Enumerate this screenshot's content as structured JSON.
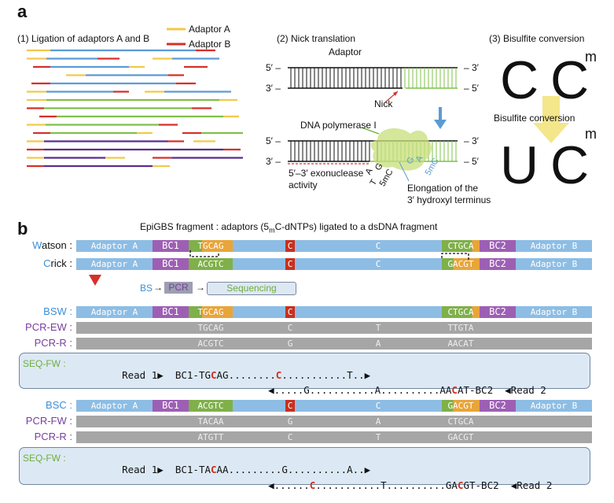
{
  "panel_a": {
    "label": "a",
    "step1": "(1) Ligation of adaptors A and B",
    "legend_a": "Adaptor A",
    "legend_b": "Adaptor B",
    "step2": "(2) Nick translation",
    "adaptor": "Adaptor",
    "five_prime": "5′ –",
    "three_prime": "3′ –",
    "end_three": "– 3′",
    "end_five": "– 5′",
    "nick": "Nick",
    "dna_pol": "DNA polymerase I",
    "exo": "5′–3′ exonuclease",
    "activity": "activity",
    "elong1": "Elongation of the",
    "elong2": "3′ hydroxyl terminus",
    "bases": [
      "A",
      "G",
      "T",
      "5mC"
    ],
    "bases_right": [
      "G",
      "A",
      "5mC"
    ],
    "step3": "(3) Bisulfite conversion",
    "big_c1": "C",
    "big_c2": "C",
    "m1": "m",
    "bisulfite": "Bisulfite conversion",
    "big_u": "U",
    "big_c3": "C",
    "m2": "m",
    "colors": {
      "adaptor_a": "#f2c94a",
      "adaptor_b": "#d6302a",
      "blue": "#5b9bd5",
      "green": "#7fc04a",
      "purple": "#5b2d8f"
    }
  },
  "panel_b": {
    "label": "b",
    "title_pre": "EpiGBS fragment : adaptors (5",
    "title_sub": "m",
    "title_post": "C-dNTPs) ligated to a dsDNA fragment",
    "watson_w": "W",
    "watson_rest": "atson :",
    "crick_c": "C",
    "crick_rest": "rick :",
    "adaptor_a": "Adaptor A",
    "adaptor_b": "Adaptor B",
    "bc1": "BC1",
    "bc2": "BC2",
    "watson_left": "TGCAG",
    "watson_right": "CTGCA",
    "crick_left": "ACGTC",
    "crick_right": "GACGT",
    "c": "C",
    "flow_bs": "BS",
    "flow_pcr": "PCR",
    "flow_seq": "Sequencing",
    "bsw": "BSW :",
    "pcr_ew": "PCR-EW :",
    "pcr_r": "PCR-R :",
    "bsw_left": "TGCAG",
    "bsw_right": "CTGCA",
    "pcrew_vals": [
      "TGCAG",
      "C",
      "T",
      "TTGTA"
    ],
    "pcrr_vals": [
      "ACGTC",
      "G",
      "A",
      "AACAT"
    ],
    "seqfw": "SEQ-FW :",
    "seq1_line1": [
      "Read 1▶  BC1-TG",
      "C",
      "AG........",
      "C",
      "...........T..▶"
    ],
    "seq1_line2": [
      "◀.....G...........A..........AA",
      "C",
      "AT-BC2  ◀Read 2"
    ],
    "bsc": "BSC :",
    "pcr_fw": "PCR-FW :",
    "pcr_r2": "PCR-R :",
    "bsc_left": "ACGTC",
    "bsc_right": "GACGT",
    "pcrfw_vals": [
      "TACAA",
      "G",
      "A",
      "CTGCA"
    ],
    "pcrr2_vals": [
      "ATGTT",
      "C",
      "T",
      "GACGT"
    ],
    "seq2_line1": [
      "Read 1▶  BC1-TA",
      "C",
      "AA.........G..........A..▶"
    ],
    "seq2_line2": [
      "◀......",
      "C",
      "...........T..........GA",
      "C",
      "GT-BC2  ◀Read 2"
    ]
  }
}
